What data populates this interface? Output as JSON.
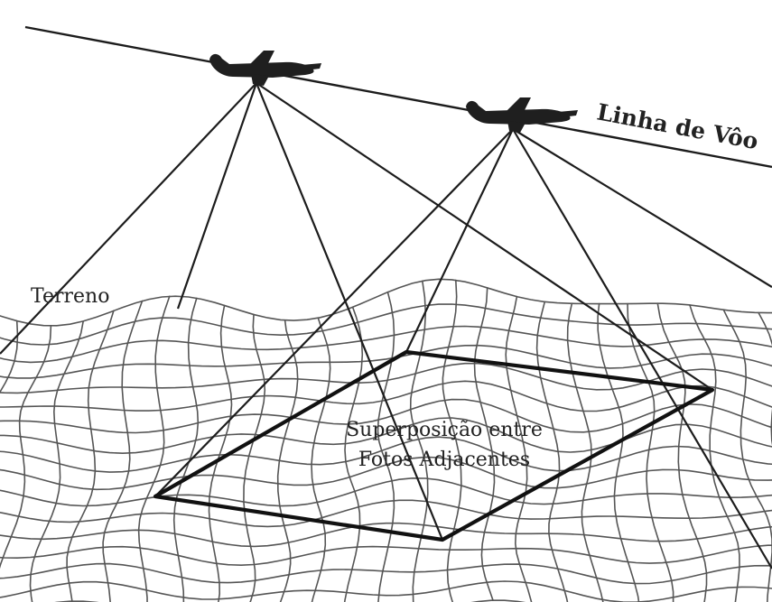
{
  "labels": {
    "flight_line": "Linha de Vôo",
    "terrain": "Terreno",
    "overlap_line1": "Superposição entre",
    "overlap_line2": "Fotos Adjacentes"
  },
  "colors": {
    "ink": "#1c1c1c",
    "grid": "#555555",
    "background": "#ffffff"
  },
  "icons": [
    "airplane-icon",
    "airplane-icon"
  ]
}
